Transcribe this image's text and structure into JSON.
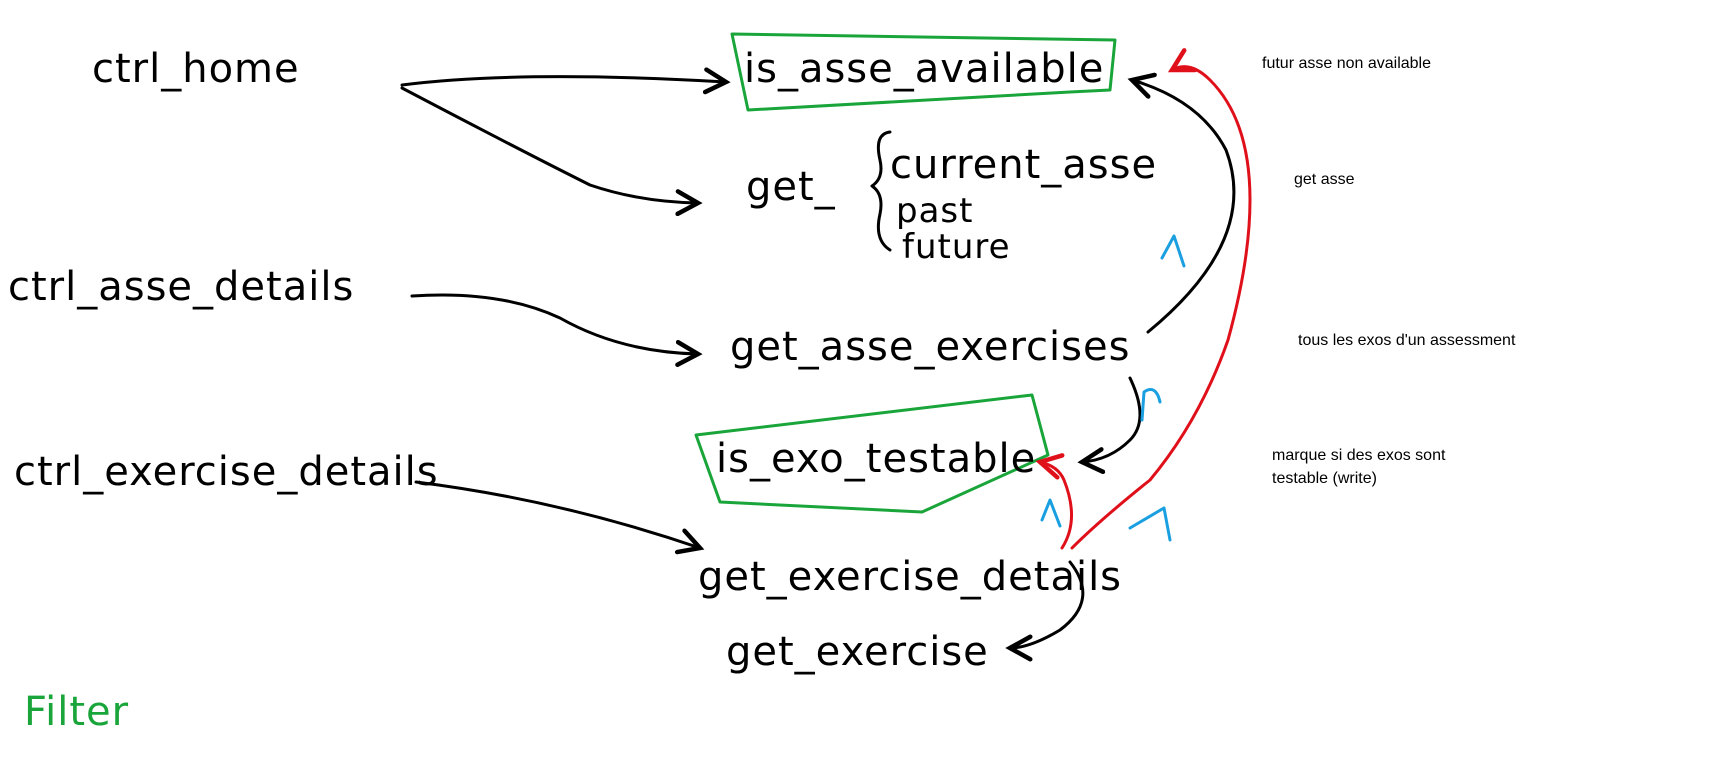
{
  "colors": {
    "ink": "#000000",
    "highlight_box": "#1aa53a",
    "red_arrow": "#e0101a",
    "blue_tick": "#1a9fe0",
    "background": "#ffffff"
  },
  "controllers": {
    "home": "ctrl_home",
    "asse_details": "ctrl_asse_details",
    "exercise_details": "ctrl_exercise_details"
  },
  "functions": {
    "is_asse_available": "is_asse_available",
    "get_prefix": "get_",
    "current_asse": "current_asse",
    "past": "past",
    "future": "future",
    "get_asse_exercises": "get_asse_exercises",
    "is_exo_testable": "is_exo_testable",
    "get_exercise_details": "get_exercise_details",
    "get_exercise": "get_exercise"
  },
  "legend": {
    "filter": "Filter"
  },
  "notes": {
    "future_not_available": "futur asse non available",
    "get_asse": "get asse",
    "all_exos": "tous les exos d'un assessment",
    "mark_testable_line1": "marque si des exos sont",
    "mark_testable_line2": "testable (write)"
  }
}
